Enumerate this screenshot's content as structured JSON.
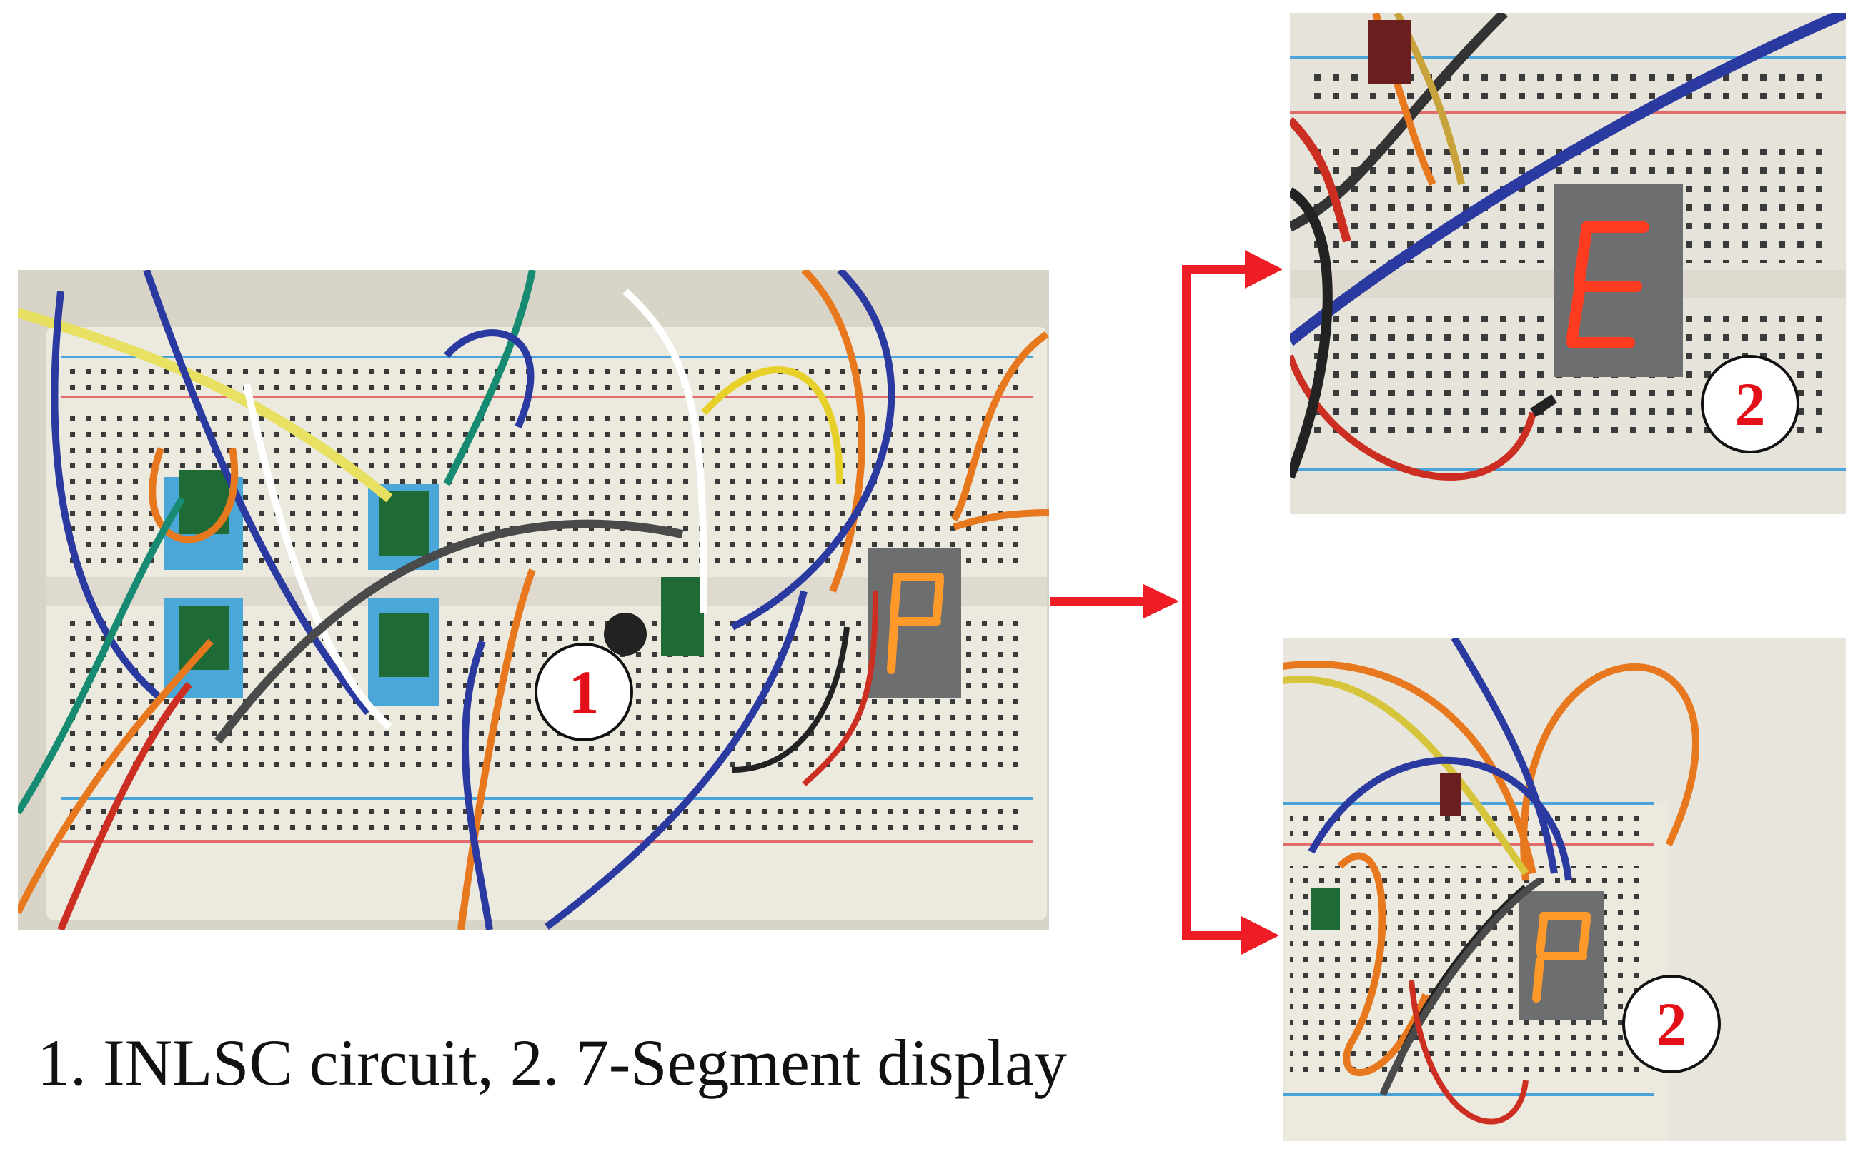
{
  "caption": "1. INLSC circuit, 2. 7-Segment display",
  "badges": {
    "main": "1",
    "top": "2",
    "bottom": "2"
  },
  "displays": {
    "main": "P",
    "top": "E",
    "bottom": "P"
  },
  "colors": {
    "arrow": "#ee1c24",
    "badge_text": "#e3101a",
    "segment_red": "#ff3b20",
    "segment_amber": "#ff9a2a",
    "breadboard": "#ece9df"
  },
  "icons": {
    "arrow": "right-arrow-icon"
  }
}
